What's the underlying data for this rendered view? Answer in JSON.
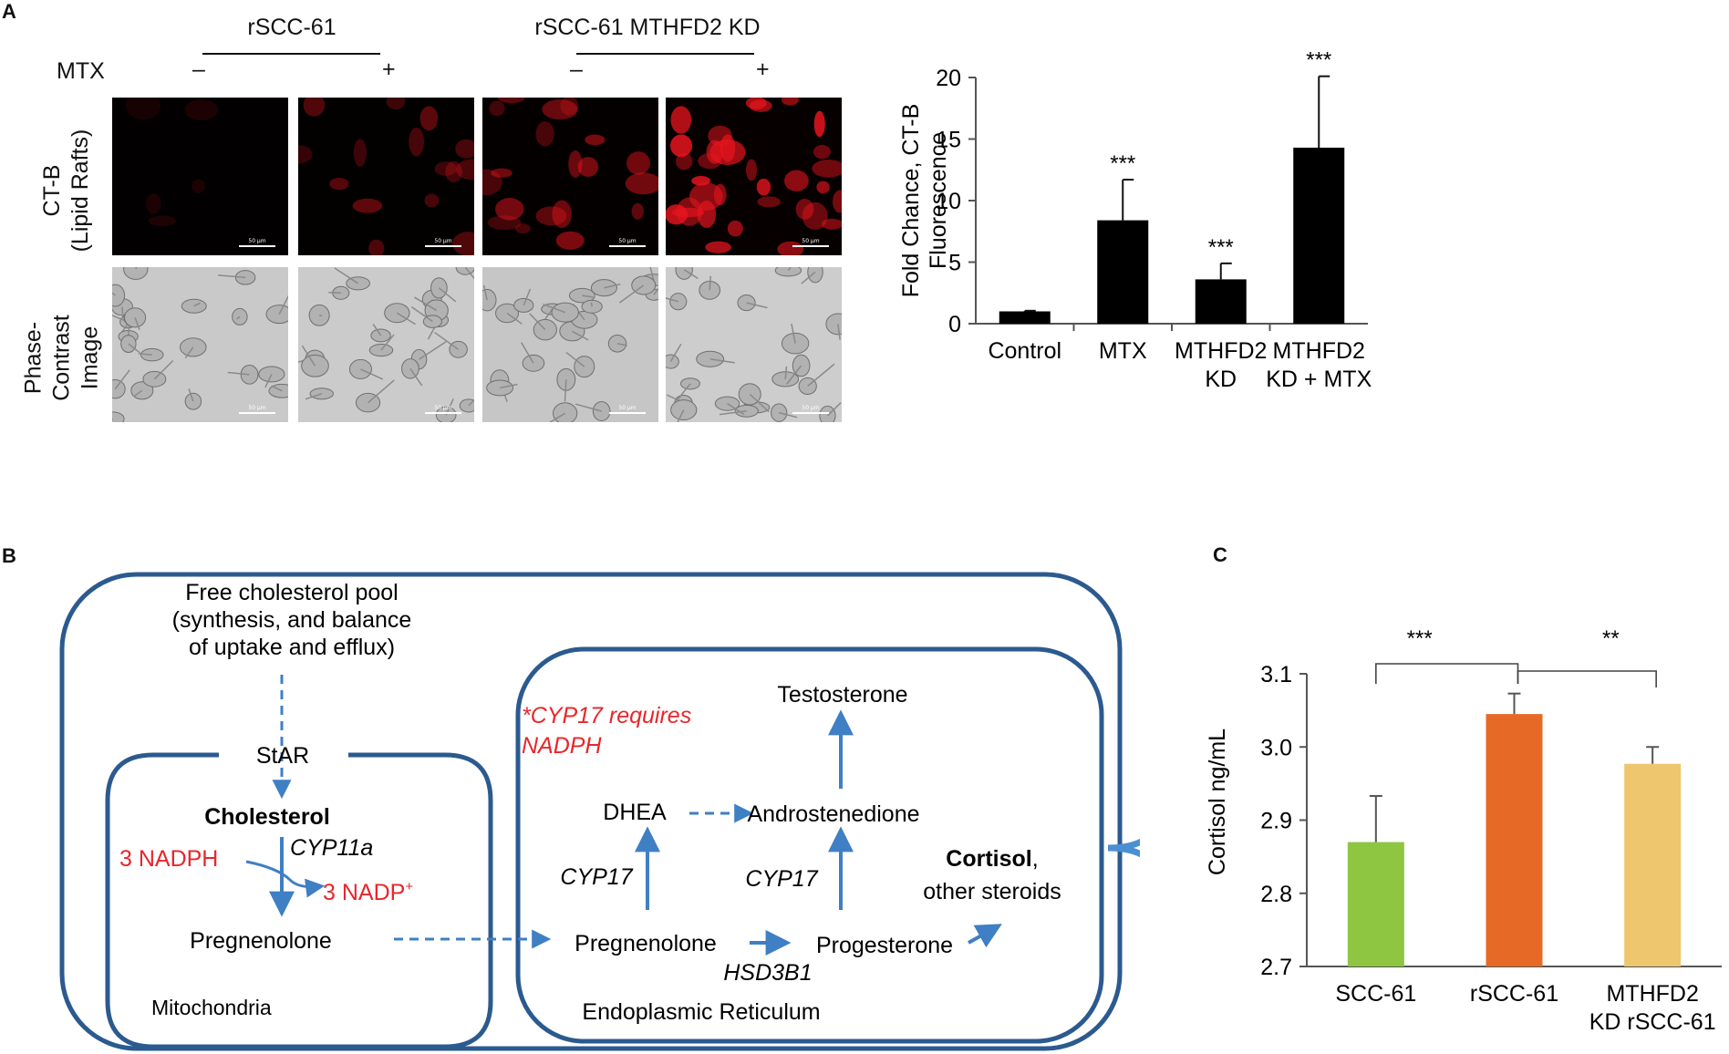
{
  "panel_a": {
    "letter": "A",
    "group1_label": "rSCC-61",
    "group2_label": "rSCC-61 MTHFD2 KD",
    "mtx_label": "MTX",
    "minus": "–",
    "plus": "+",
    "row1_label_line1": "CT-B",
    "row1_label_line2": "(Lipid Rafts)",
    "row2_label_line1": "Phase-",
    "row2_label_line2": "Contrast",
    "row2_label_line3": "Image",
    "scale_bar_label": "50 µm",
    "fluorescence_intensity": [
      0.02,
      0.35,
      0.5,
      0.95
    ],
    "stain_color": "#e8141e"
  },
  "panel_b": {
    "letter": "B",
    "pool_line1": "Free cholesterol pool",
    "pool_line2": "(synthesis, and balance",
    "pool_line3": "of uptake and efflux)",
    "star": "StAR",
    "cholesterol": "Cholesterol",
    "nadph": "3 NADPH",
    "cyp11a": "CYP11a",
    "nadp": "3 NADP",
    "nadp_sup": "+",
    "pregnenolone_mito": "Pregnenolone",
    "mitochondria": "Mitochondria",
    "cyp17_note_line1": "*CYP17 requires",
    "cyp17_note_line2": "NADPH",
    "testosterone": "Testosterone",
    "dhea": "DHEA",
    "androstenedione": "Androstenedione",
    "cyp17_left": "CYP17",
    "cyp17_right": "CYP17",
    "cortisol": "Cortisol",
    "cortisol_suffix": ",",
    "other_steroids": "other steroids",
    "pregnenolone_er": "Pregnenolone",
    "progesterone": "Progesterone",
    "hsd3b1": "HSD3B1",
    "er": "Endoplasmic Reticulum",
    "red_color": "#e8262b",
    "blue_color": "#3f7fc4",
    "box_color": "#2b5a8f"
  },
  "panel_c": {
    "letter": "C",
    "sig1": "***",
    "sig2": "**"
  },
  "chart_data": [
    {
      "type": "bar",
      "panel": "A",
      "categories": [
        "Control",
        "MTX",
        "MTHFD2 KD",
        "MTHFD2 KD + MTX"
      ],
      "category_lines": [
        [
          "Control"
        ],
        [
          "MTX"
        ],
        [
          "MTHFD2",
          "KD"
        ],
        [
          "MTHFD2",
          "KD + MTX"
        ]
      ],
      "values": [
        1.0,
        8.4,
        3.6,
        14.3
      ],
      "errors": [
        0.05,
        3.3,
        1.3,
        5.8
      ],
      "significance": [
        "",
        "***",
        "***",
        "***"
      ],
      "ylabel": "Fold Chance, CT-B Fluorescence",
      "ylabel_lines": [
        "Fold Chance, CT-B",
        "Fluorescence"
      ],
      "ylim": [
        0,
        20
      ],
      "yticks": [
        0,
        5,
        10,
        15,
        20
      ],
      "bar_color": "#000000",
      "grid": false
    },
    {
      "type": "bar",
      "panel": "C",
      "categories": [
        "SCC-61",
        "rSCC-61",
        "MTHFD2 KD rSCC-61"
      ],
      "category_lines": [
        [
          "SCC-61"
        ],
        [
          "rSCC-61"
        ],
        [
          "MTHFD2",
          "KD rSCC-61"
        ]
      ],
      "values": [
        2.87,
        3.045,
        2.977
      ],
      "errors": [
        0.063,
        0.028,
        0.023
      ],
      "colors": [
        "#8ec641",
        "#e66a25",
        "#edc66d"
      ],
      "ylabel": "Cortisol ng/mL",
      "ylim": [
        2.7,
        3.1
      ],
      "yticks": [
        "2.7",
        "2.8",
        "2.9",
        "3.0",
        "3.1"
      ],
      "comparisons": [
        {
          "between": [
            "SCC-61",
            "rSCC-61"
          ],
          "label": "***"
        },
        {
          "between": [
            "rSCC-61",
            "MTHFD2 KD rSCC-61"
          ],
          "label": "**"
        }
      ],
      "grid": false
    }
  ]
}
